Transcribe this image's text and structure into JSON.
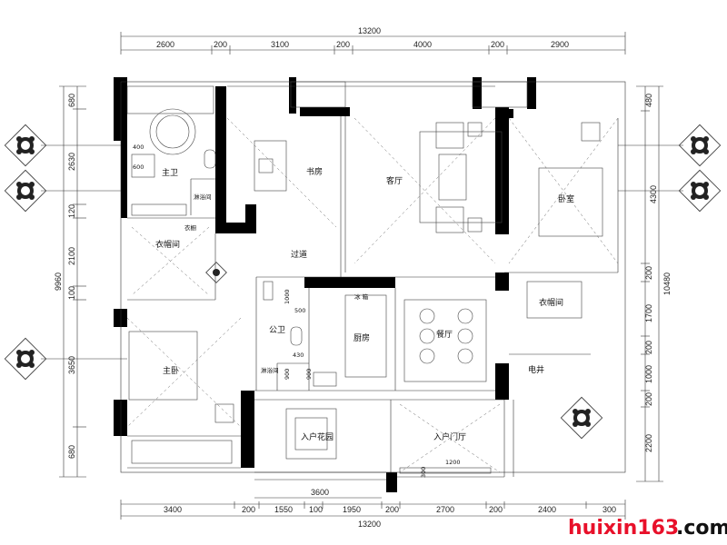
{
  "dimensions": {
    "top_total": "13200",
    "top_segments": [
      "2600",
      "200",
      "3100",
      "200",
      "4000",
      "200",
      "2900"
    ],
    "bottom_total": "13200",
    "bottom_segments": [
      "3400",
      "200",
      "1550",
      "100",
      "1950",
      "200",
      "2700",
      "200",
      "2400",
      "300"
    ],
    "bottom_inner": "3600",
    "left_total": "9960",
    "left_segments": [
      "680",
      "2630",
      "120",
      "2100",
      "100",
      "3650",
      "680"
    ],
    "right_total_1": "4300",
    "right_total_2": "10480",
    "right_segments": [
      "480",
      "200",
      "1700",
      "200",
      "1000",
      "200",
      "2200"
    ],
    "inner": [
      "400",
      "600",
      "1000",
      "500",
      "430",
      "900",
      "900",
      "1200",
      "300"
    ]
  },
  "rooms": {
    "master_bath": "主卫",
    "shower_1": "淋浴间",
    "study": "书房",
    "living": "客厅",
    "bedroom": "卧室",
    "cloak_1": "衣帽间",
    "wardrobe": "衣橱",
    "corridor": "过道",
    "fridge": "冰 箱",
    "public_bath": "公卫",
    "kitchen": "厨房",
    "dining": "餐厅",
    "cloak_2": "衣帽间",
    "master_bedroom": "主卧",
    "shower_2": "淋浴间",
    "electric_shaft": "电井",
    "entry_garden": "入户花园",
    "entry_hall": "入户门厅"
  },
  "watermark": {
    "brand": "huixin163",
    "tld": ".com"
  }
}
